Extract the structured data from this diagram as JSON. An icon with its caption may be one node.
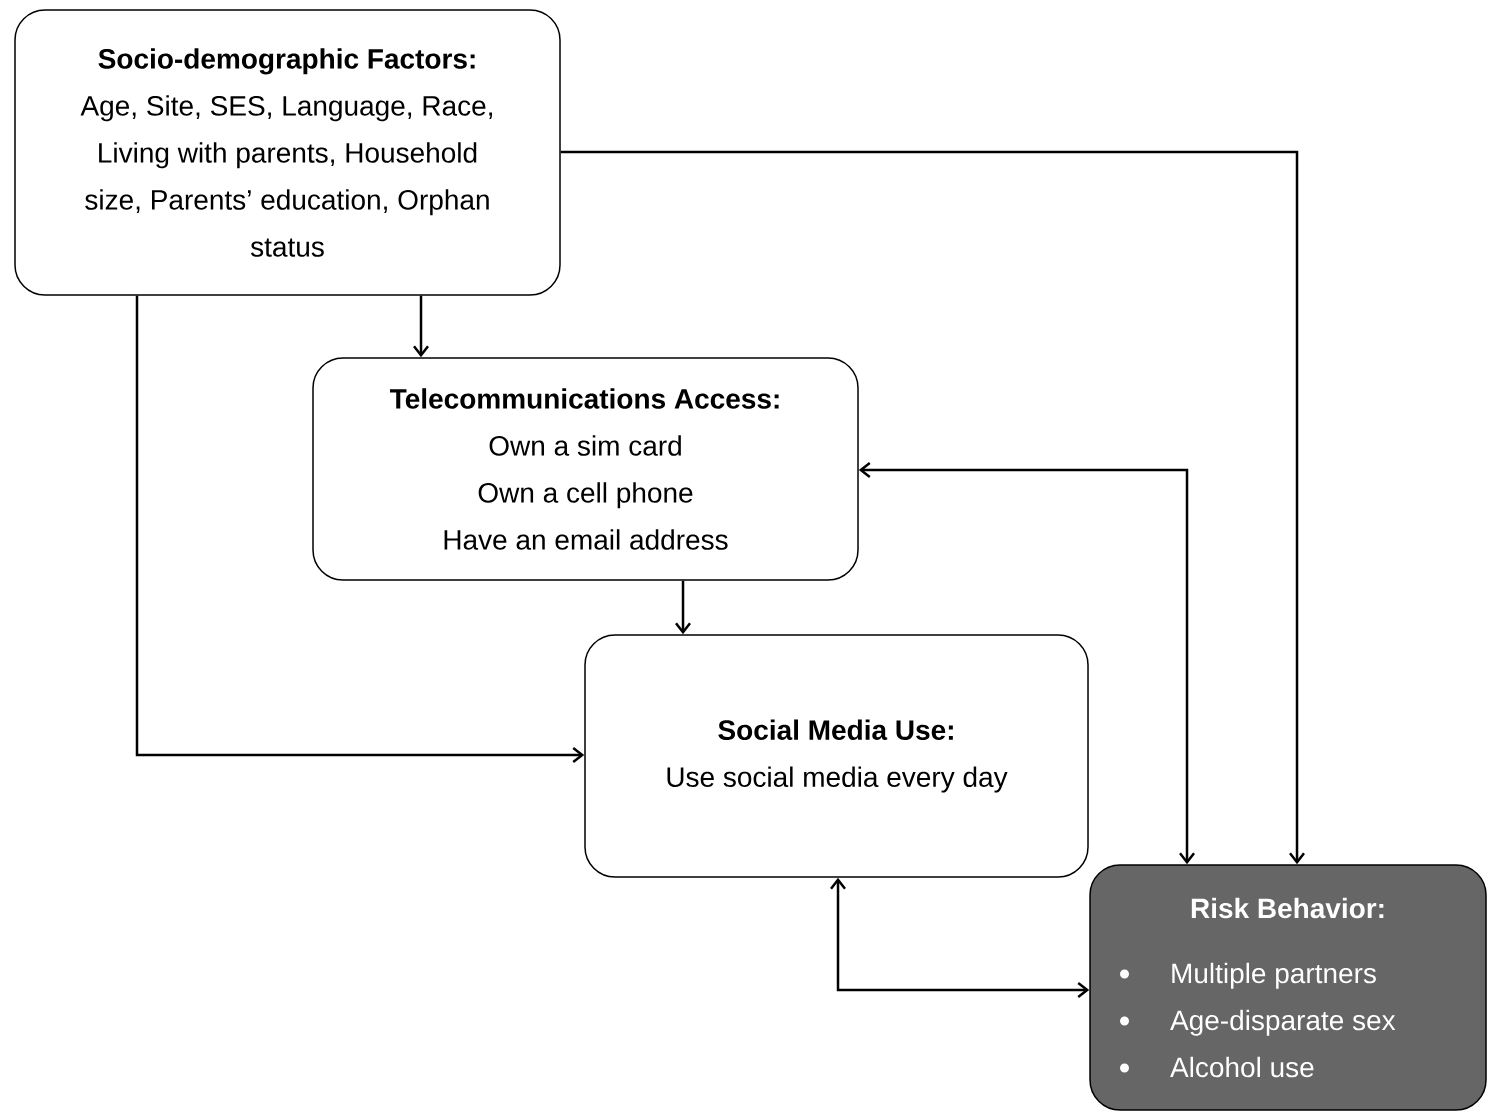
{
  "diagram": {
    "nodes": [
      {
        "text": [
          "Socio-demographic Factors:",
          "Age, Site, SES, Language, Race, Living with parents, Household size, Parents’ education, Orphan status"
        ]
      },
      {
        "text": [
          "Telecommunications Access:",
          "Own a sim card",
          "Own a cell phone",
          "Have an email address"
        ]
      },
      {
        "text": [
          "Social Media Use:",
          "Use social media every day"
        ]
      },
      {
        "text": [
          "Risk Behavior:",
          "Multiple partners",
          "Age-disparate sex",
          "Alcohol use"
        ]
      }
    ],
    "edges": [
      {
        "from": 0,
        "to": 1,
        "arrow": "to"
      },
      {
        "from": 0,
        "to": 3,
        "arrow": "to"
      },
      {
        "from": 0,
        "to": 2,
        "arrow": "to"
      },
      {
        "from": 1,
        "to": 2,
        "arrow": "to"
      },
      {
        "from": 1,
        "to": 3,
        "arrow": "both"
      },
      {
        "from": 2,
        "to": 3,
        "arrow": "both"
      }
    ]
  }
}
